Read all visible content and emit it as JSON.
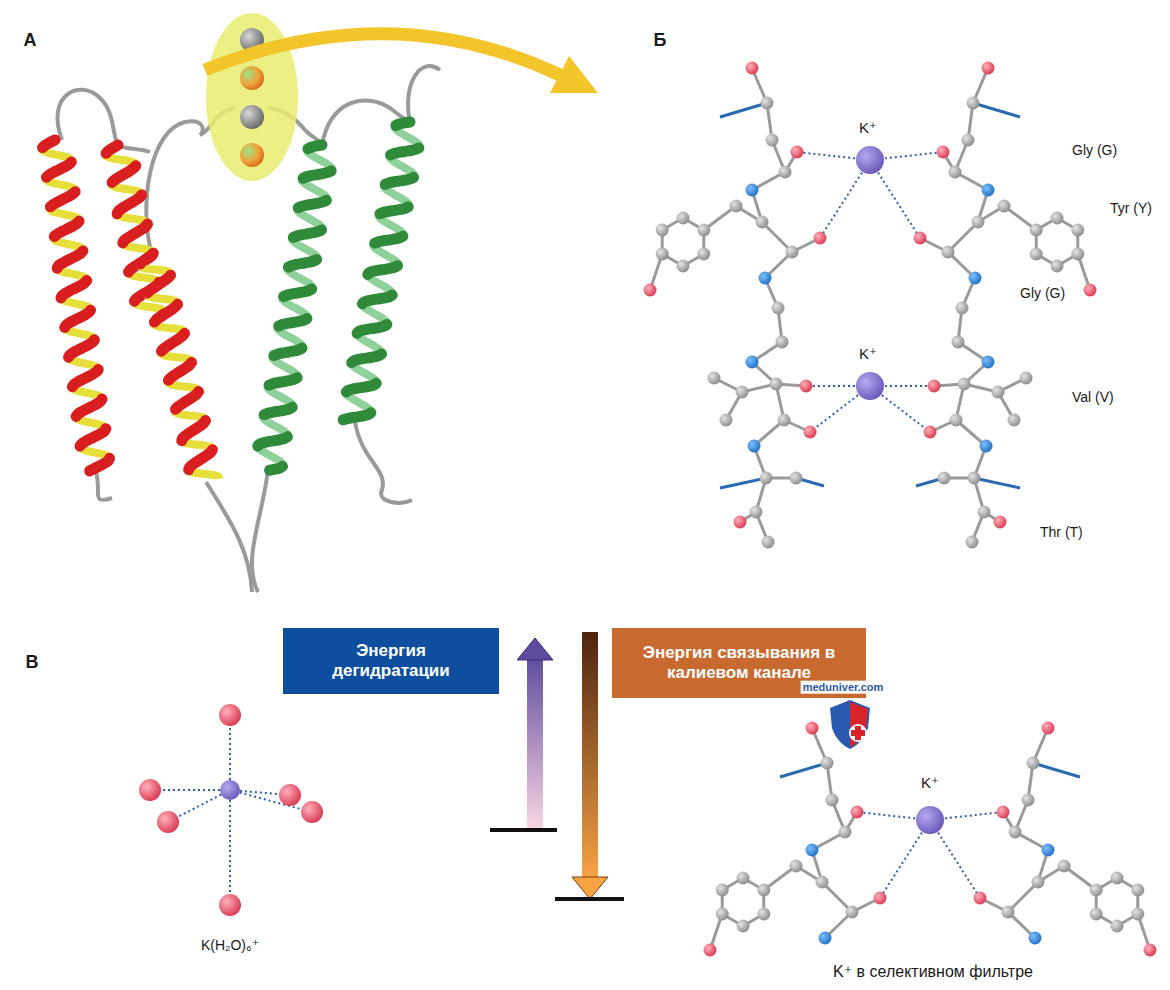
{
  "diagram": {
    "nodes": [
      {
        "text": [
          "Энергия дегидратации"
        ]
      },
      {
        "text": [
          "Энергия связывания в калиевом канале"
        ]
      }
    ],
    "labels": [
      "А",
      "Б",
      "K⁺",
      "Gly (G)",
      "Tyr (Y)",
      "Gly (G)",
      "K⁺",
      "Val (V)",
      "Thr (T)",
      "В",
      "meduniver.com",
      "K⁺",
      "K(H₂O)₆⁺",
      "K⁺ в селективном фильтре"
    ]
  }
}
